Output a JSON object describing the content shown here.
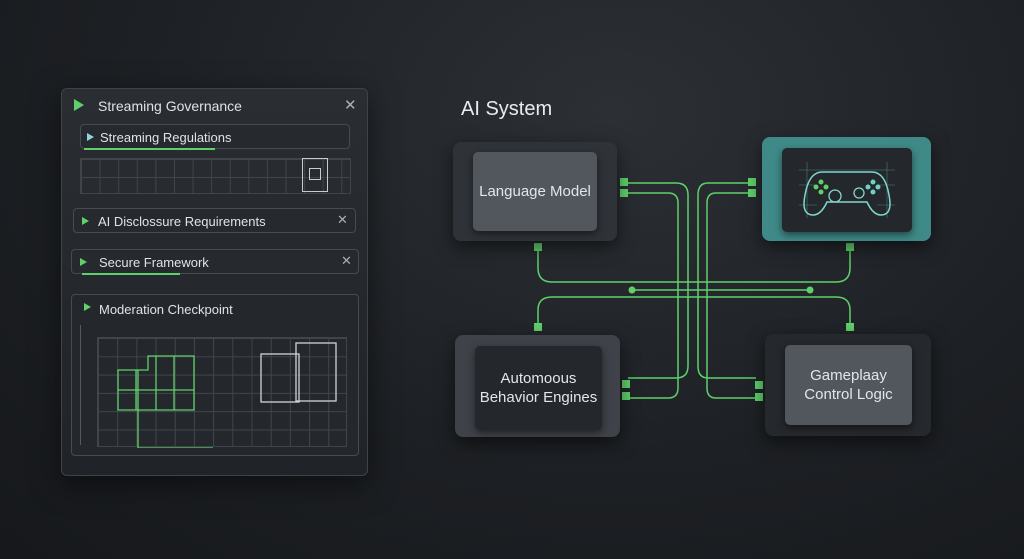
{
  "panel": {
    "title": "Streaming Governance",
    "items": [
      {
        "label": "Streaming Regulations"
      },
      {
        "label": "AI Disclossure Requirements"
      },
      {
        "label": "Secure Framework"
      },
      {
        "label": "Moderation Checkpoint"
      }
    ]
  },
  "diagram": {
    "title": "AI System",
    "nodes": {
      "language_model": "Language Model",
      "gamepad": "gamepad-icon",
      "behavior": "Automoous Behavior Engines",
      "control": "Gameplaay Control Logic"
    },
    "colors": {
      "wire": "#5fd06a",
      "teal": "#3f8a88"
    }
  }
}
